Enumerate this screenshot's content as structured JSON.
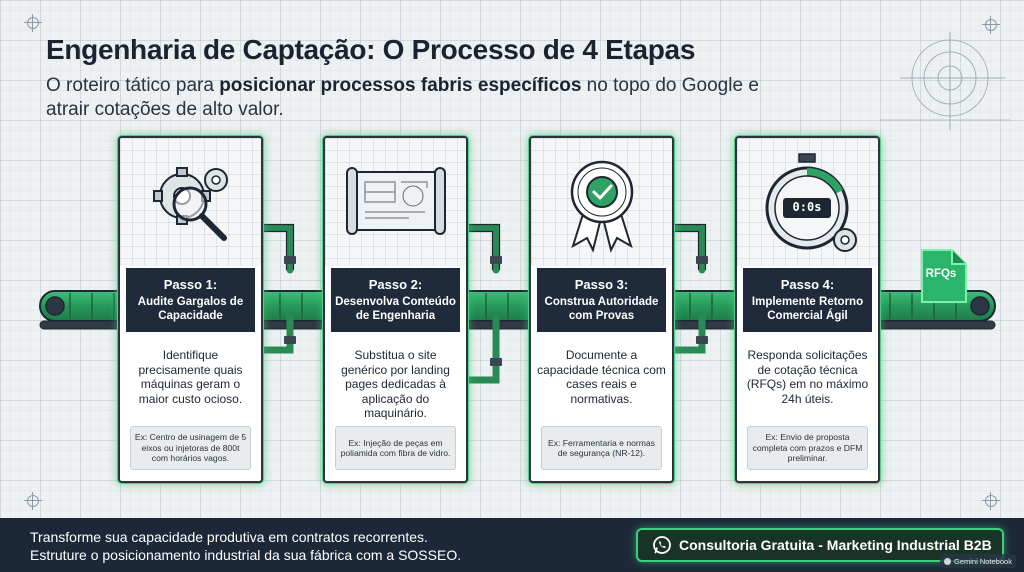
{
  "header": {
    "title": "Engenharia de Captação: O Processo de 4 Etapas",
    "subtitle_pre": "O roteiro tático para ",
    "subtitle_bold": "posicionar processos fabris específicos",
    "subtitle_post": " no topo do Google e atrair cotações de alto valor."
  },
  "steps": [
    {
      "step": "Passo 1:",
      "name": "Audite Gargalos de Capacidade",
      "description": "Identifique precisamente quais máquinas geram o maior custo ocioso.",
      "example": "Ex: Centro de usinagem de 5 eixos ou injetoras de 800t com horários vagos.",
      "icon": "gear-magnifier-icon"
    },
    {
      "step": "Passo 2:",
      "name": "Desenvolva Conteúdo de Engenharia",
      "description": "Substitua o site genérico por landing pages dedicadas à aplicação do maquinário.",
      "example": "Ex: Injeção de peças em poliamida com fibra de vidro.",
      "icon": "blueprint-icon"
    },
    {
      "step": "Passo 3:",
      "name": "Construa Autoridade com Provas",
      "description": "Documente a capacidade técnica com cases reais e normativas.",
      "example": "Ex: Ferramentaria e normas de segurança (NR-12).",
      "icon": "certification-seal-icon"
    },
    {
      "step": "Passo 4:",
      "name": "Implemente Retorno Comercial Ágil",
      "description": "Responda solicitações de cotação técnica (RFQs) em no máximo 24h úteis.",
      "example": "Ex: Envio de proposta completa com prazos e DFM preliminar.",
      "icon": "stopwatch-icon",
      "timer": "0:0s"
    }
  ],
  "output_doc": {
    "label": "RFQs",
    "icon": "document-icon"
  },
  "footer": {
    "line1": "Transforme sua capacidade produtiva em contratos recorrentes.",
    "line2": "Estruture o posicionamento industrial da sua fábrica com a SOSSEO.",
    "cta_label": "Consultoria Gratuita - Marketing Industrial B2B",
    "cta_icon": "whatsapp-icon",
    "badge": "Gemini Notebook"
  },
  "colors": {
    "accent": "#3bd07e",
    "dark": "#1c2838",
    "card_head": "#1f2a3b"
  }
}
